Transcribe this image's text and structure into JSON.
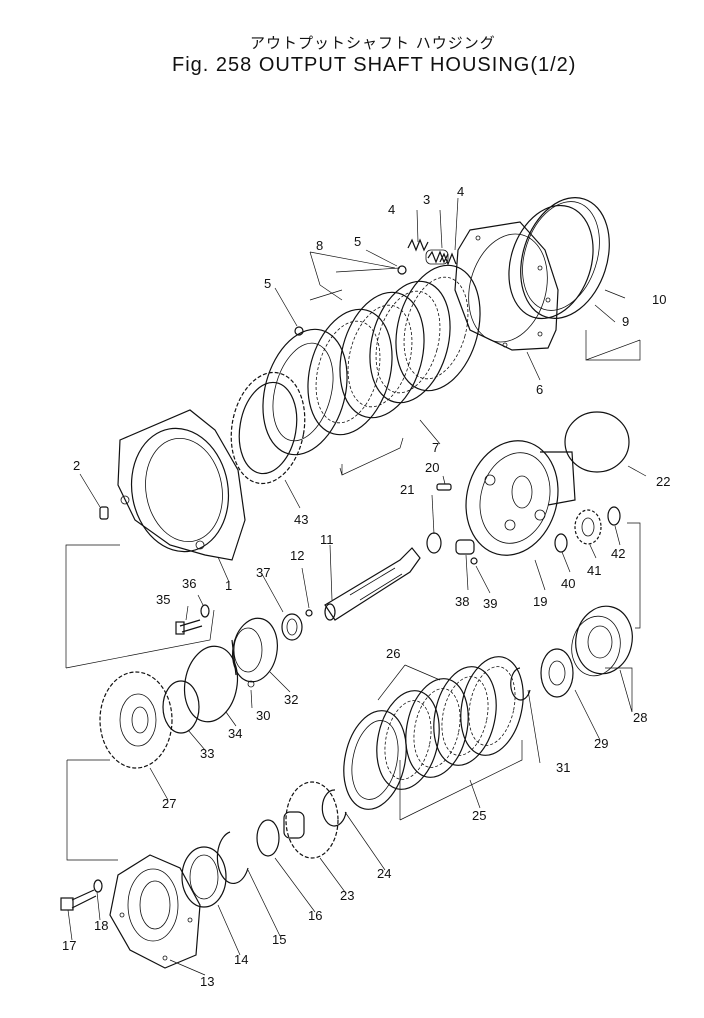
{
  "title_jp": "アウトプットシャフト ハウジング",
  "title_en": "Fig. 258  OUTPUT  SHAFT  HOUSING(1/2)",
  "labels": {
    "l1": "1",
    "l2": "2",
    "l3": "3",
    "l4a": "4",
    "l4b": "4",
    "l5a": "5",
    "l5b": "5",
    "l6": "6",
    "l7": "7",
    "l8": "8",
    "l9": "9",
    "l10": "10",
    "l11": "11",
    "l12": "12",
    "l13": "13",
    "l14": "14",
    "l15": "15",
    "l16": "16",
    "l17": "17",
    "l18": "18",
    "l19": "19",
    "l20": "20",
    "l21": "21",
    "l22": "22",
    "l23": "23",
    "l24": "24",
    "l25": "25",
    "l26": "26",
    "l27": "27",
    "l28": "28",
    "l29": "29",
    "l30": "30",
    "l31": "31",
    "l32": "32",
    "l33": "33",
    "l34": "34",
    "l35": "35",
    "l36": "36",
    "l37": "37",
    "l38": "38",
    "l39": "39",
    "l40": "40",
    "l41": "41",
    "l42": "42",
    "l43": "43"
  }
}
